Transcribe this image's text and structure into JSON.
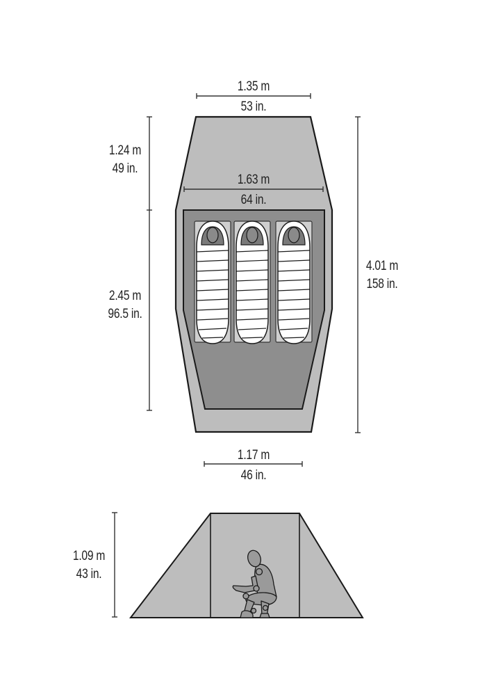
{
  "diagram": {
    "subject": "Tent floor plan and side profile",
    "colors": {
      "background": "#ffffff",
      "vestibule_fill": "#bdbdbd",
      "floor_fill": "#8e8e8e",
      "pad_fill": "#cfcfcf",
      "bag_fill": "#ffffff",
      "head_fill": "#8a8a8a",
      "outline": "#1a1a1a",
      "dimension_line": "#333333",
      "text": "#222222"
    },
    "floor_plan": {
      "top_width": {
        "metric": "1.35 m",
        "imperial": "53 in."
      },
      "max_width": {
        "metric": "1.63 m",
        "imperial": "64 in."
      },
      "bottom_width": {
        "metric": "1.17 m",
        "imperial": "46 in."
      },
      "vestibule_length": {
        "metric": "1.24 m",
        "imperial": "49 in."
      },
      "floor_length": {
        "metric": "2.45 m",
        "imperial": "96.5 in."
      },
      "total_length": {
        "metric": "4.01 m",
        "imperial": "158 in."
      },
      "sleepers": 3
    },
    "side_profile": {
      "peak_height": {
        "metric": "1.09 m",
        "imperial": "43 in."
      },
      "figure": "seated-person"
    }
  }
}
